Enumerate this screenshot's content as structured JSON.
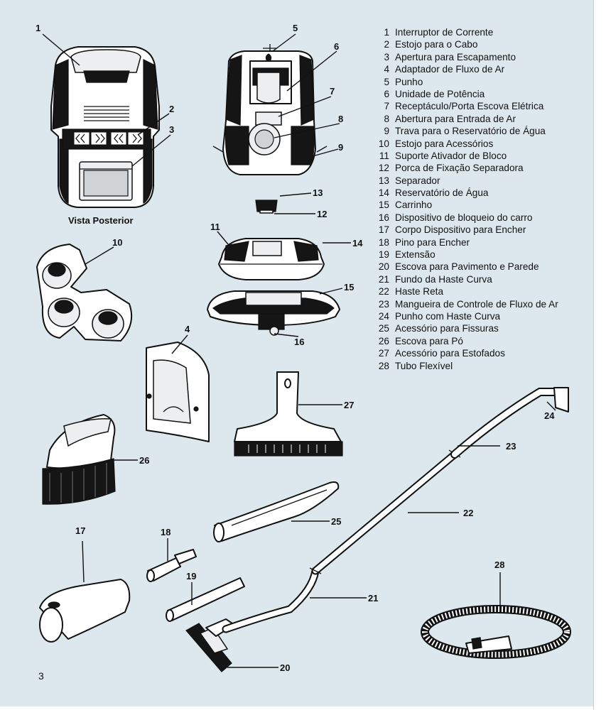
{
  "legend": [
    {
      "num": "1",
      "label": "Interruptor de Corrente"
    },
    {
      "num": "2",
      "label": "Estojo para o Cabo"
    },
    {
      "num": "3",
      "label": "Apertura para Escapamento"
    },
    {
      "num": "4",
      "label": "Adaptador de Fluxo de Ar"
    },
    {
      "num": "5",
      "label": "Punho"
    },
    {
      "num": "6",
      "label": "Unidade de Potência"
    },
    {
      "num": "7",
      "label": "Receptáculo/Porta Escova Elétrica"
    },
    {
      "num": "8",
      "label": "Abertura para Entrada de Ar"
    },
    {
      "num": "9",
      "label": "Trava para o Reservatório de Água"
    },
    {
      "num": "10",
      "label": "Estojo para Acessórios"
    },
    {
      "num": "11",
      "label": "Suporte Ativador de Bloco"
    },
    {
      "num": "12",
      "label": "Porca de Fixação Separadora"
    },
    {
      "num": "13",
      "label": "Separador"
    },
    {
      "num": "14",
      "label": "Reservatório de Água"
    },
    {
      "num": "15",
      "label": "Carrinho"
    },
    {
      "num": "16",
      "label": "Dispositivo de bloqueio do carro"
    },
    {
      "num": "17",
      "label": "Corpo Dispositivo para Encher"
    },
    {
      "num": "18",
      "label": "Pino para Encher"
    },
    {
      "num": "19",
      "label": "Extensão"
    },
    {
      "num": "20",
      "label": "Escova para Pavimento e Parede"
    },
    {
      "num": "21",
      "label": "Fundo da Haste Curva"
    },
    {
      "num": "22",
      "label": "Haste Reta"
    },
    {
      "num": "23",
      "label": "Mangueira de Controle de Fluxo de Ar"
    },
    {
      "num": "24",
      "label": "Punho com Haste Curva"
    },
    {
      "num": "25",
      "label": "Acessório para Fissuras"
    },
    {
      "num": "26",
      "label": "Escova para Pó"
    },
    {
      "num": "27",
      "label": "Acessório para Estofados"
    },
    {
      "num": "28",
      "label": "Tubo Flexível"
    }
  ],
  "callouts": {
    "c1": "1",
    "c2": "2",
    "c3": "3",
    "c4": "4",
    "c5": "5",
    "c6": "6",
    "c7": "7",
    "c8": "8",
    "c9": "9",
    "c10": "10",
    "c11": "11",
    "c12": "12",
    "c13": "13",
    "c14": "14",
    "c15": "15",
    "c16": "16",
    "c17": "17",
    "c18": "18",
    "c19": "19",
    "c20": "20",
    "c21": "21",
    "c22": "22",
    "c23": "23",
    "c24": "24",
    "c25": "25",
    "c26": "26",
    "c27": "27",
    "c28": "28"
  },
  "rear_view_caption": "Vista Posterior",
  "page_number": "3",
  "colors": {
    "page_background": "#dde8ee",
    "line": "#111111"
  }
}
